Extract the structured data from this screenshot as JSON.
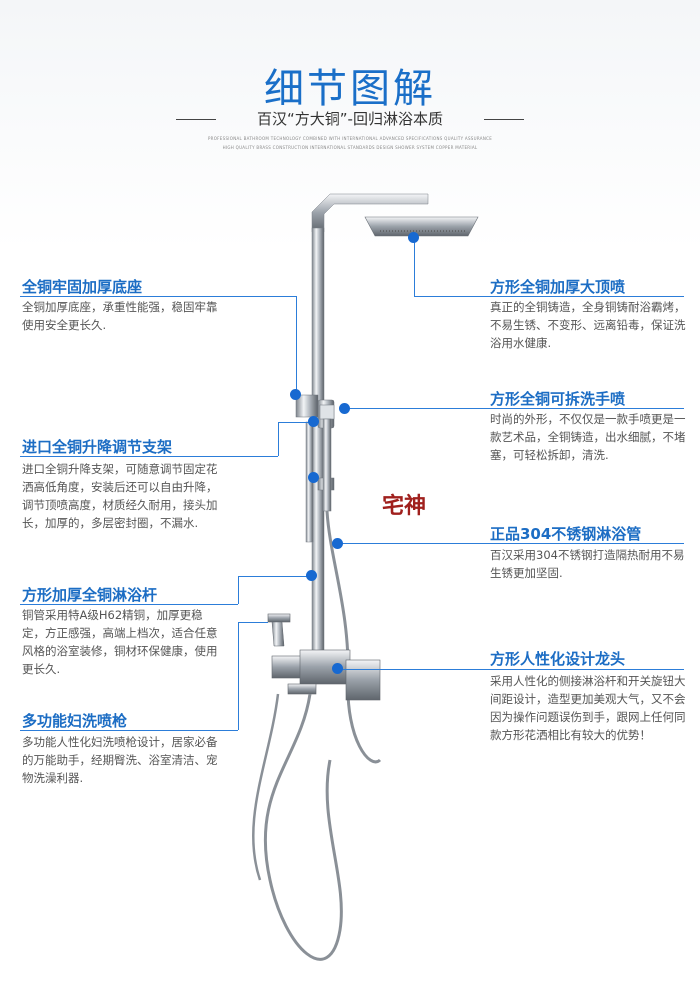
{
  "header": {
    "title": "细节图解",
    "subtitle": "百汉“方大铜”-回归淋浴本质",
    "fineprint_1": "PROFESSIONAL BATHROOM TECHNOLOGY COMBINED WITH INTERNATIONAL ADVANCED SPECIFICATIONS QUALITY ASSURANCE",
    "fineprint_2": "HIGH QUALITY BRASS CONSTRUCTION INTERNATIONAL STANDARDS DESIGN SHOWER SYSTEM COPPER MATERIAL"
  },
  "features": {
    "base": {
      "title": "全铜牢固加厚底座",
      "desc": "全铜加厚底座，承重性能强，稳固牢靠 使用安全更长久."
    },
    "lift": {
      "title": "进口全铜升降调节支架",
      "desc": "进口全铜升降支架，可随意调节固定花洒高低角度，安装后还可以自由升降，调节顶喷高度，材质经久耐用，接头加长，加厚的，多层密封圈，不漏水."
    },
    "rod": {
      "title": "方形加厚全铜淋浴杆",
      "desc": "铜管采用特A级H62精铜，加厚更稳定，方正感强，高端上档次，适合任意风格的浴室装修，铜材环保健康，使用更长久."
    },
    "bidet": {
      "title": "多功能妇洗喷枪",
      "desc": "多功能人性化妇洗喷枪设计，居家必备的万能助手，经期臀洗、浴室清洁、宠物洗澡利器."
    },
    "top": {
      "title": "方形全铜加厚大顶喷",
      "desc": "真正的全铜铸造，全身铜铸耐浴霸烤，不易生锈、不变形、远离铅毒，保证洗浴用水健康."
    },
    "hand": {
      "title": "方形全铜可拆洗手喷",
      "desc": "时尚的外形，不仅仅是一款手喷更是一款艺术品，全铜铸造，出水细腻，不堵塞，可轻松拆卸，清洗."
    },
    "hose": {
      "title": "正品304不锈钢淋浴管",
      "desc": "百汉采用304不锈钢打造隔热耐用不易生锈更加坚固."
    },
    "faucet": {
      "title": "方形人性化设计龙头",
      "desc": "采用人性化的侧接淋浴杆和开关旋钮大间距设计，造型更加美观大气，又不会因为操作问题误伤到手，跟网上任何同款方形花洒相比有较大的优势！"
    }
  },
  "logo": {
    "text": "宅神"
  },
  "colors": {
    "accent": "#1c6dc4",
    "line": "#2c7dd9",
    "logo": "#a0201d"
  }
}
